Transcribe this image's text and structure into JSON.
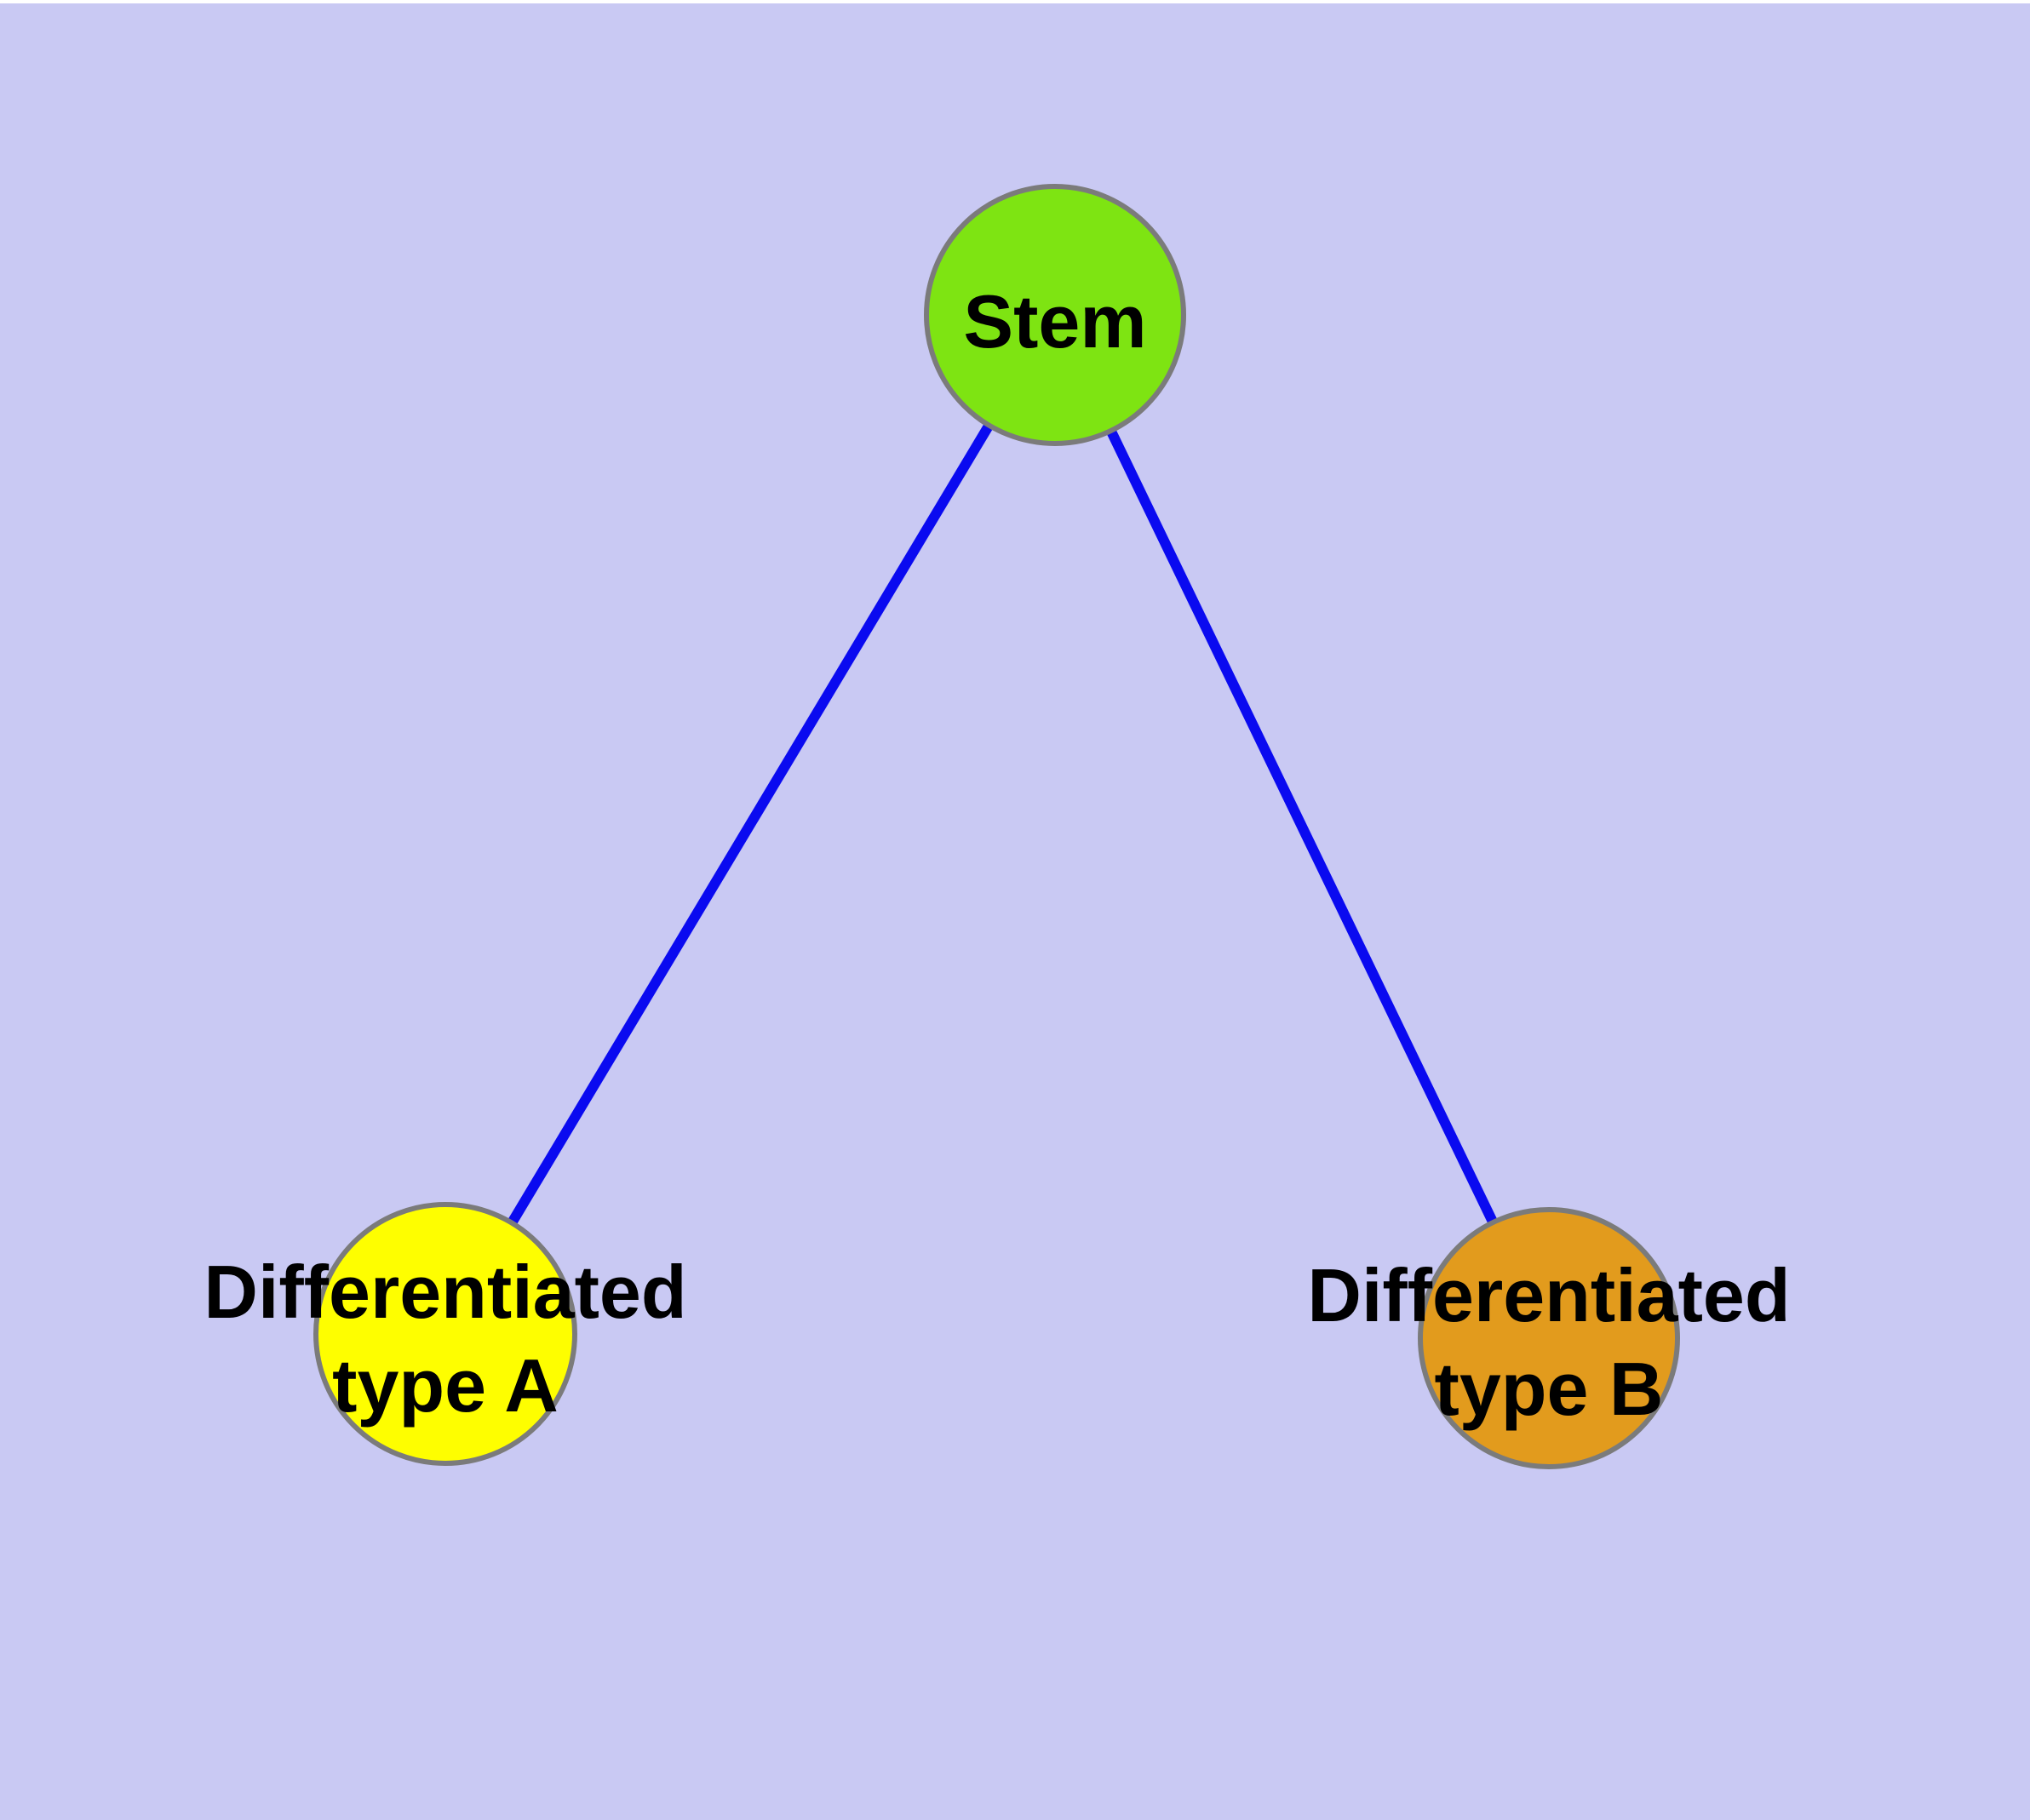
{
  "canvas": {
    "background_color": "#C9C9F3",
    "top_edge_color": "#FFFFFF"
  },
  "graph": {
    "edge_color": "#0A0AF0",
    "edge_width": "12",
    "node_border_color": "#7B7B7B",
    "node_border_width": "6",
    "label_color": "#000000",
    "nodes": [
      {
        "id": "stem",
        "label": "Stem",
        "fill_color": "#7EE412"
      },
      {
        "id": "differentiated-type-a",
        "label_line1": "Differentiated",
        "label_line2": "type A",
        "fill_color": "#FEFE00"
      },
      {
        "id": "differentiated-type-b",
        "label_line1": "Differentiated",
        "label_line2": "type B",
        "fill_color": "#E29B1D"
      }
    ],
    "edges": [
      {
        "from": "Stem",
        "to": "Differentiated type A"
      },
      {
        "from": "Stem",
        "to": "Differentiated type B"
      }
    ]
  }
}
